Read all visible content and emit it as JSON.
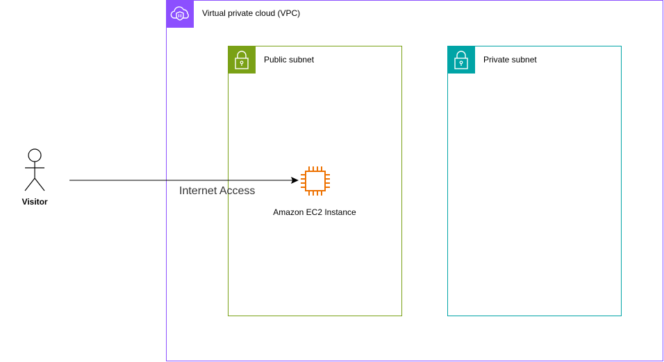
{
  "vpc": {
    "label": "Virtual private cloud (VPC)",
    "icon": "vpc-cloud-icon",
    "color": "#8c4fff"
  },
  "public_subnet": {
    "label": "Public subnet",
    "icon": "lock-icon",
    "color": "#7aa116"
  },
  "private_subnet": {
    "label": "Private subnet",
    "icon": "lock-icon",
    "color": "#00a4a6"
  },
  "ec2": {
    "label": "Amazon EC2 Instance",
    "icon": "ec2-chip-icon",
    "color": "#ed7100"
  },
  "visitor": {
    "label": "Visitor",
    "icon": "stick-figure-icon"
  },
  "edge": {
    "label": "Internet Access"
  }
}
